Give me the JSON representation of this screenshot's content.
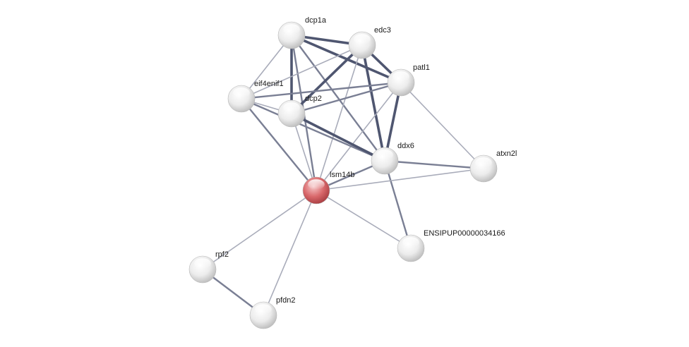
{
  "network": {
    "nodes": [
      {
        "id": "dcp1a",
        "label": "dcp1a",
        "query": false
      },
      {
        "id": "edc3",
        "label": "edc3",
        "query": false
      },
      {
        "id": "patl1",
        "label": "patl1",
        "query": false
      },
      {
        "id": "eif4enif1",
        "label": "eif4enif1",
        "query": false
      },
      {
        "id": "dcp2",
        "label": "dcp2",
        "query": false
      },
      {
        "id": "ddx6",
        "label": "ddx6",
        "query": false
      },
      {
        "id": "atxn2l",
        "label": "atxn2l",
        "query": false
      },
      {
        "id": "lsm14b",
        "label": "lsm14b",
        "query": true
      },
      {
        "id": "ensipup",
        "label": "ENSIPUP00000034166",
        "query": false
      },
      {
        "id": "rpf2",
        "label": "rpf2",
        "query": false
      },
      {
        "id": "pfdn2",
        "label": "pfdn2",
        "query": false
      }
    ],
    "edges": [
      {
        "source": "dcp1a",
        "target": "edc3",
        "weight": "strong"
      },
      {
        "source": "dcp1a",
        "target": "patl1",
        "weight": "strong"
      },
      {
        "source": "dcp1a",
        "target": "dcp2",
        "weight": "strong"
      },
      {
        "source": "dcp1a",
        "target": "ddx6",
        "weight": "medium"
      },
      {
        "source": "dcp1a",
        "target": "eif4enif1",
        "weight": "light"
      },
      {
        "source": "dcp1a",
        "target": "lsm14b",
        "weight": "medium"
      },
      {
        "source": "edc3",
        "target": "patl1",
        "weight": "strong"
      },
      {
        "source": "edc3",
        "target": "dcp2",
        "weight": "strong"
      },
      {
        "source": "edc3",
        "target": "ddx6",
        "weight": "strong"
      },
      {
        "source": "edc3",
        "target": "eif4enif1",
        "weight": "light"
      },
      {
        "source": "edc3",
        "target": "lsm14b",
        "weight": "light"
      },
      {
        "source": "patl1",
        "target": "dcp2",
        "weight": "medium"
      },
      {
        "source": "patl1",
        "target": "ddx6",
        "weight": "strong"
      },
      {
        "source": "patl1",
        "target": "eif4enif1",
        "weight": "medium"
      },
      {
        "source": "patl1",
        "target": "lsm14b",
        "weight": "light"
      },
      {
        "source": "patl1",
        "target": "atxn2l",
        "weight": "light"
      },
      {
        "source": "eif4enif1",
        "target": "dcp2",
        "weight": "light"
      },
      {
        "source": "eif4enif1",
        "target": "ddx6",
        "weight": "medium"
      },
      {
        "source": "eif4enif1",
        "target": "lsm14b",
        "weight": "medium"
      },
      {
        "source": "dcp2",
        "target": "ddx6",
        "weight": "strong"
      },
      {
        "source": "dcp2",
        "target": "lsm14b",
        "weight": "light"
      },
      {
        "source": "ddx6",
        "target": "lsm14b",
        "weight": "medium"
      },
      {
        "source": "ddx6",
        "target": "atxn2l",
        "weight": "medium"
      },
      {
        "source": "ddx6",
        "target": "ensipup",
        "weight": "medium"
      },
      {
        "source": "lsm14b",
        "target": "atxn2l",
        "weight": "light"
      },
      {
        "source": "lsm14b",
        "target": "ensipup",
        "weight": "light"
      },
      {
        "source": "lsm14b",
        "target": "rpf2",
        "weight": "light"
      },
      {
        "source": "lsm14b",
        "target": "pfdn2",
        "weight": "light"
      },
      {
        "source": "rpf2",
        "target": "pfdn2",
        "weight": "medium"
      }
    ],
    "colors": {
      "node_default": "#e6e6e6",
      "node_query": "#d9686b",
      "edge_strong": "#4f5670",
      "edge_medium": "#7a7f94",
      "edge_light": "#a9acba"
    }
  }
}
